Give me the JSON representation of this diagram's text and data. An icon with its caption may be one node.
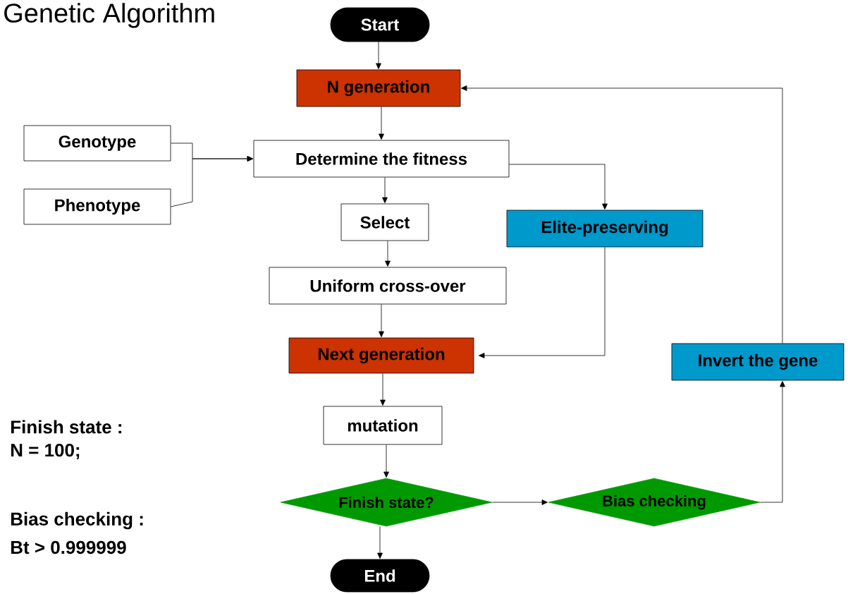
{
  "diagram": {
    "title": "Genetic Algorithm",
    "nodes": [
      {
        "text": [
          "Start"
        ]
      },
      {
        "text": [
          "N generation"
        ]
      },
      {
        "text": [
          "Genotype"
        ]
      },
      {
        "text": [
          "Phenotype"
        ]
      },
      {
        "text": [
          "Determine the fitness"
        ]
      },
      {
        "text": [
          "Select"
        ]
      },
      {
        "text": [
          "Elite-preserving"
        ]
      },
      {
        "text": [
          "Uniform cross-over"
        ]
      },
      {
        "text": [
          "Next generation"
        ]
      },
      {
        "text": [
          "Invert the gene"
        ]
      },
      {
        "text": [
          "mutation"
        ]
      },
      {
        "text": [
          "Finish state?"
        ]
      },
      {
        "text": [
          "Bias checking"
        ]
      },
      {
        "text": [
          "End"
        ]
      }
    ],
    "edges": [
      {
        "from": 0,
        "to": 1,
        "arrow": "to"
      },
      {
        "from": 1,
        "to": 4,
        "arrow": "to"
      },
      {
        "from": 2,
        "to": 4,
        "arrow": "to"
      },
      {
        "from": 3,
        "to": 4,
        "arrow": "to"
      },
      {
        "from": 4,
        "to": 5,
        "arrow": "to"
      },
      {
        "from": 4,
        "to": 6,
        "arrow": "to"
      },
      {
        "from": 5,
        "to": 7,
        "arrow": "to"
      },
      {
        "from": 7,
        "to": 8,
        "arrow": "to"
      },
      {
        "from": 6,
        "to": 8,
        "arrow": "to"
      },
      {
        "from": 8,
        "to": 10,
        "arrow": "to"
      },
      {
        "from": 10,
        "to": 11,
        "arrow": "to"
      },
      {
        "from": 11,
        "to": 13,
        "arrow": "to"
      },
      {
        "from": 11,
        "to": 12,
        "arrow": "to"
      },
      {
        "from": 12,
        "to": 9,
        "arrow": "to"
      },
      {
        "from": 9,
        "to": 1,
        "arrow": "to"
      }
    ],
    "labels": [
      "Finish state :",
      "N = 100;",
      "Bias checking :",
      "Bt > 0.999999"
    ]
  }
}
